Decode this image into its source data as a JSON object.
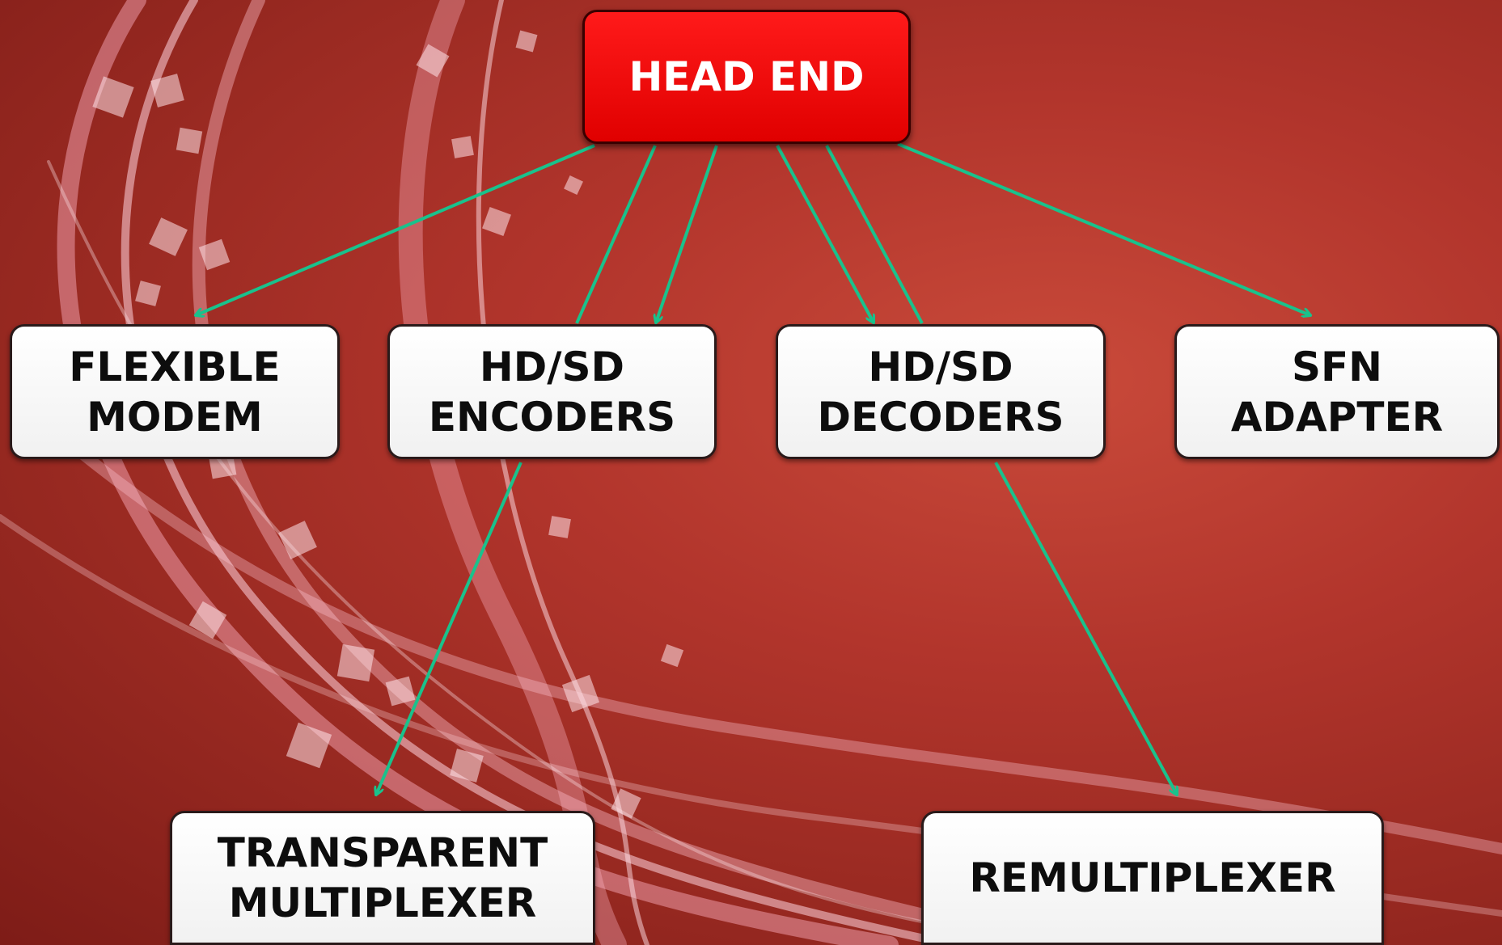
{
  "diagram": {
    "root": {
      "label": "HEAD END"
    },
    "row1": [
      {
        "id": "flexible-modem",
        "lines": [
          "FLEXIBLE",
          "MODEM"
        ]
      },
      {
        "id": "encoders",
        "lines": [
          "HD/SD",
          "ENCODERS"
        ]
      },
      {
        "id": "decoders",
        "lines": [
          "HD/SD",
          "DECODERS"
        ]
      },
      {
        "id": "sfn-adapter",
        "lines": [
          "SFN",
          "ADAPTER"
        ]
      }
    ],
    "row2": [
      {
        "id": "transparent-multiplexer",
        "lines": [
          "TRANSPARENT",
          "MULTIPLEXER"
        ]
      },
      {
        "id": "remultiplexer",
        "lines": [
          "REMULTIPLEXER"
        ]
      }
    ],
    "edges": [
      {
        "from": "head-end",
        "to": "flexible-modem"
      },
      {
        "from": "head-end",
        "to": "encoders"
      },
      {
        "from": "head-end",
        "to": "decoders"
      },
      {
        "from": "head-end",
        "to": "sfn-adapter"
      },
      {
        "from": "encoders",
        "to": "transparent-multiplexer"
      },
      {
        "from": "decoders",
        "to": "remultiplexer"
      }
    ]
  },
  "colors": {
    "edge": "#19c28c",
    "head_fill": "#f20000",
    "node_fill": "#ffffff",
    "background": "#b2352c"
  }
}
